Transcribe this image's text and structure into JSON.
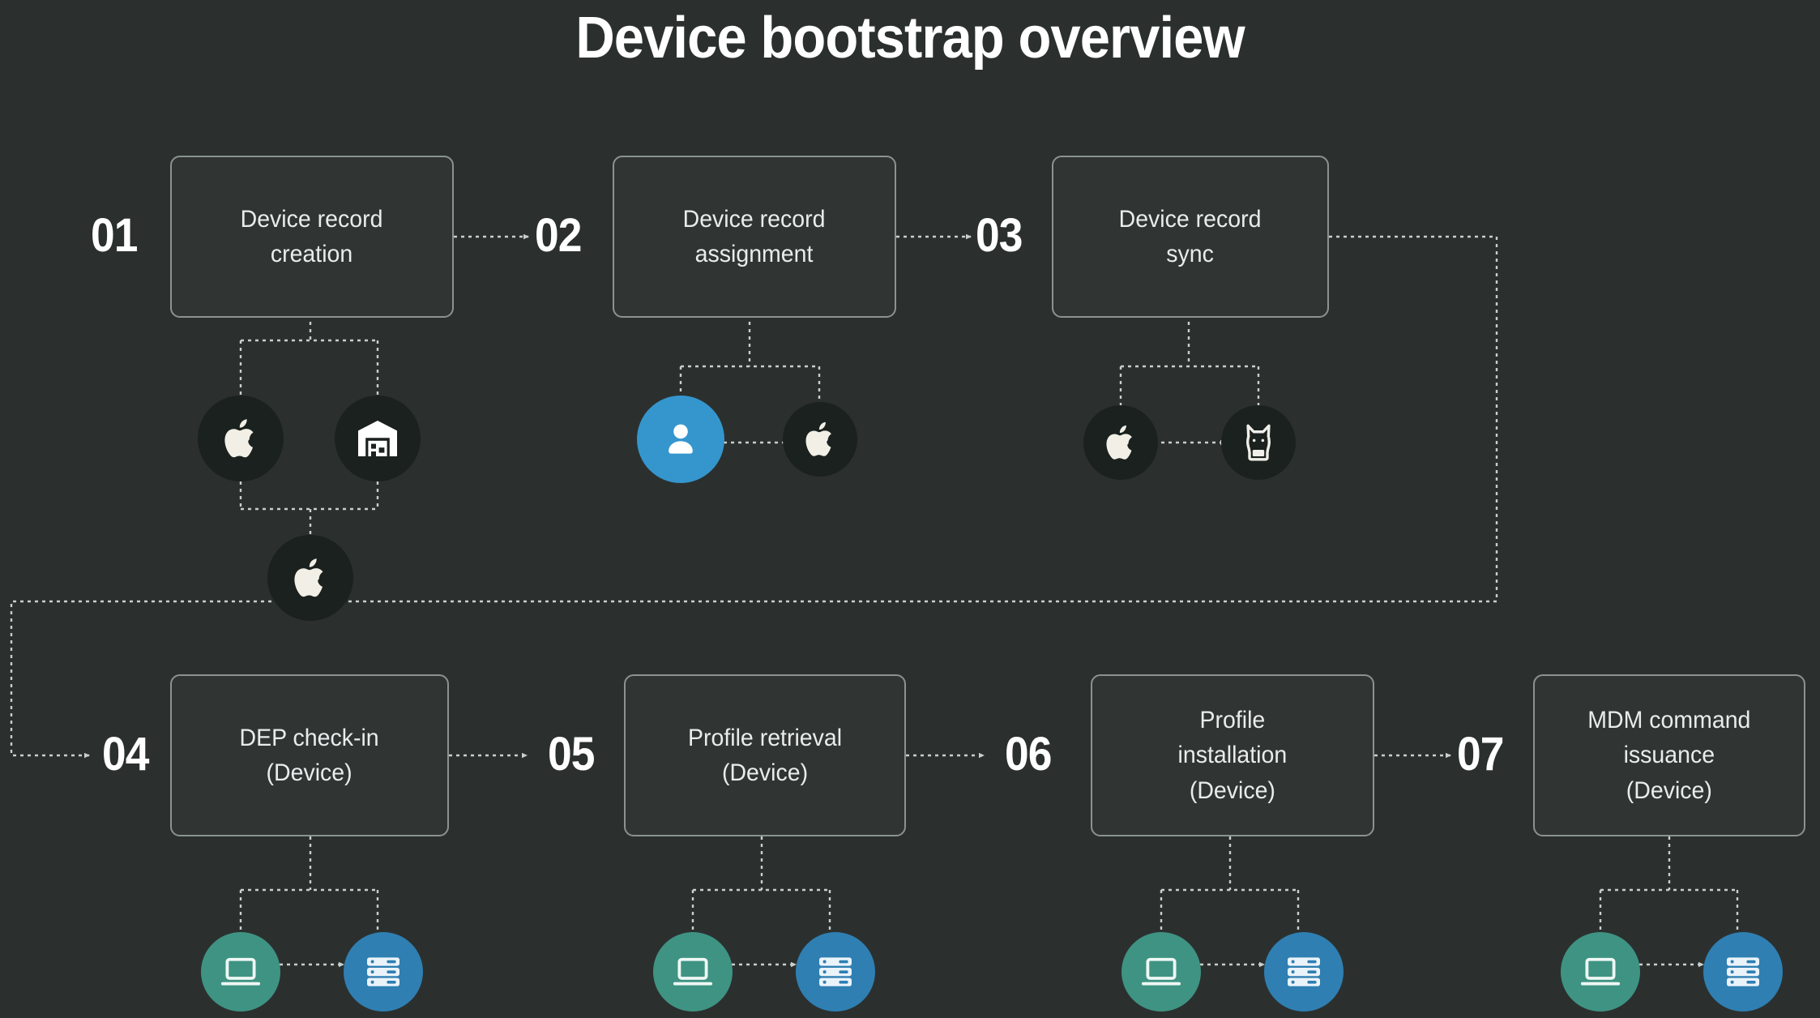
{
  "page": {
    "title": "Device bootstrap overview",
    "background_color": "#2b302f",
    "box_border_color": "#8b9391",
    "box_fill_color": "#303533",
    "text_color": "#e9ecec",
    "number_color": "#ffffff",
    "connector_color": "#c9cfcd"
  },
  "steps": [
    {
      "number": "01",
      "label_line1": "Device record",
      "label_line2": "creation",
      "icons": [
        {
          "name": "apple-icon",
          "glyph": "apple",
          "circle_color": "#1b211e"
        },
        {
          "name": "warehouse-icon",
          "glyph": "warehouse",
          "circle_color": "#1b211e"
        },
        {
          "name": "apple-icon",
          "glyph": "apple",
          "circle_color": "#1b211e"
        }
      ]
    },
    {
      "number": "02",
      "label_line1": "Device record",
      "label_line2": "assignment",
      "icons": [
        {
          "name": "user-icon",
          "glyph": "user",
          "circle_color": "#3596cd"
        },
        {
          "name": "apple-icon",
          "glyph": "apple",
          "circle_color": "#1b211e"
        }
      ]
    },
    {
      "number": "03",
      "label_line1": "Device record",
      "label_line2": "sync",
      "icons": [
        {
          "name": "apple-icon",
          "glyph": "apple",
          "circle_color": "#1b211e"
        },
        {
          "name": "jamf-dog-icon",
          "glyph": "dog",
          "circle_color": "#1b211e"
        }
      ]
    },
    {
      "number": "04",
      "label_line1": "DEP check-in",
      "label_line2": "(Device)",
      "icons": [
        {
          "name": "laptop-icon",
          "glyph": "laptop",
          "circle_color": "#3f9383"
        },
        {
          "name": "server-icon",
          "glyph": "server",
          "circle_color": "#2f7fb2"
        }
      ]
    },
    {
      "number": "05",
      "label_line1": "Profile retrieval",
      "label_line2": "(Device)",
      "icons": [
        {
          "name": "laptop-icon",
          "glyph": "laptop",
          "circle_color": "#3f9383"
        },
        {
          "name": "server-icon",
          "glyph": "server",
          "circle_color": "#2f7fb2"
        }
      ]
    },
    {
      "number": "06",
      "label_line1": "Profile",
      "label_line2": "installation",
      "label_line3": "(Device)",
      "icons": [
        {
          "name": "laptop-icon",
          "glyph": "laptop",
          "circle_color": "#3f9383"
        },
        {
          "name": "server-icon",
          "glyph": "server",
          "circle_color": "#2f7fb2"
        }
      ]
    },
    {
      "number": "07",
      "label_line1": "MDM command",
      "label_line2": "issuance",
      "label_line3": "(Device)",
      "icons": [
        {
          "name": "laptop-icon",
          "glyph": "laptop",
          "circle_color": "#3f9383"
        },
        {
          "name": "server-icon",
          "glyph": "server",
          "circle_color": "#2f7fb2"
        }
      ]
    }
  ]
}
